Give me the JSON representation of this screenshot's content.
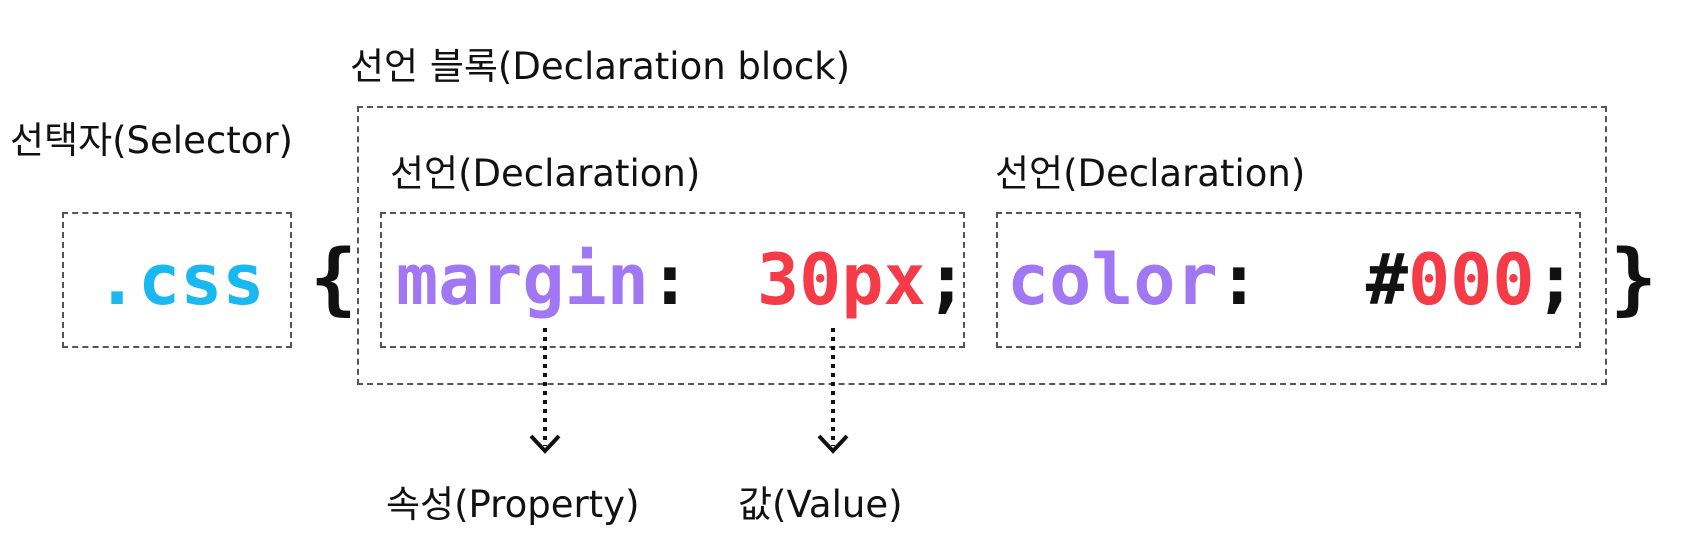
{
  "labels": {
    "declaration_block": "선언 블록(Declaration block)",
    "selector": "선택자(Selector)",
    "declaration_1": "선언(Declaration)",
    "declaration_2": "선언(Declaration)",
    "property": "속성(Property)",
    "value": "값(Value)"
  },
  "code": {
    "selector": ".css",
    "open_brace": "{",
    "close_brace": "}",
    "decl1": {
      "property": "margin",
      "colon": ":",
      "value": "30px",
      "semicolon": ";"
    },
    "decl2": {
      "property": "color",
      "colon": ":",
      "hash": "#",
      "value": "000",
      "semicolon": ";"
    }
  },
  "colors": {
    "selector": "#1ab8f0",
    "property": "#a277f4",
    "value": "#f53b47",
    "punctuation": "#111111",
    "border": "#555555"
  },
  "icons": {
    "arrow": "dotted-arrow-down-icon"
  }
}
